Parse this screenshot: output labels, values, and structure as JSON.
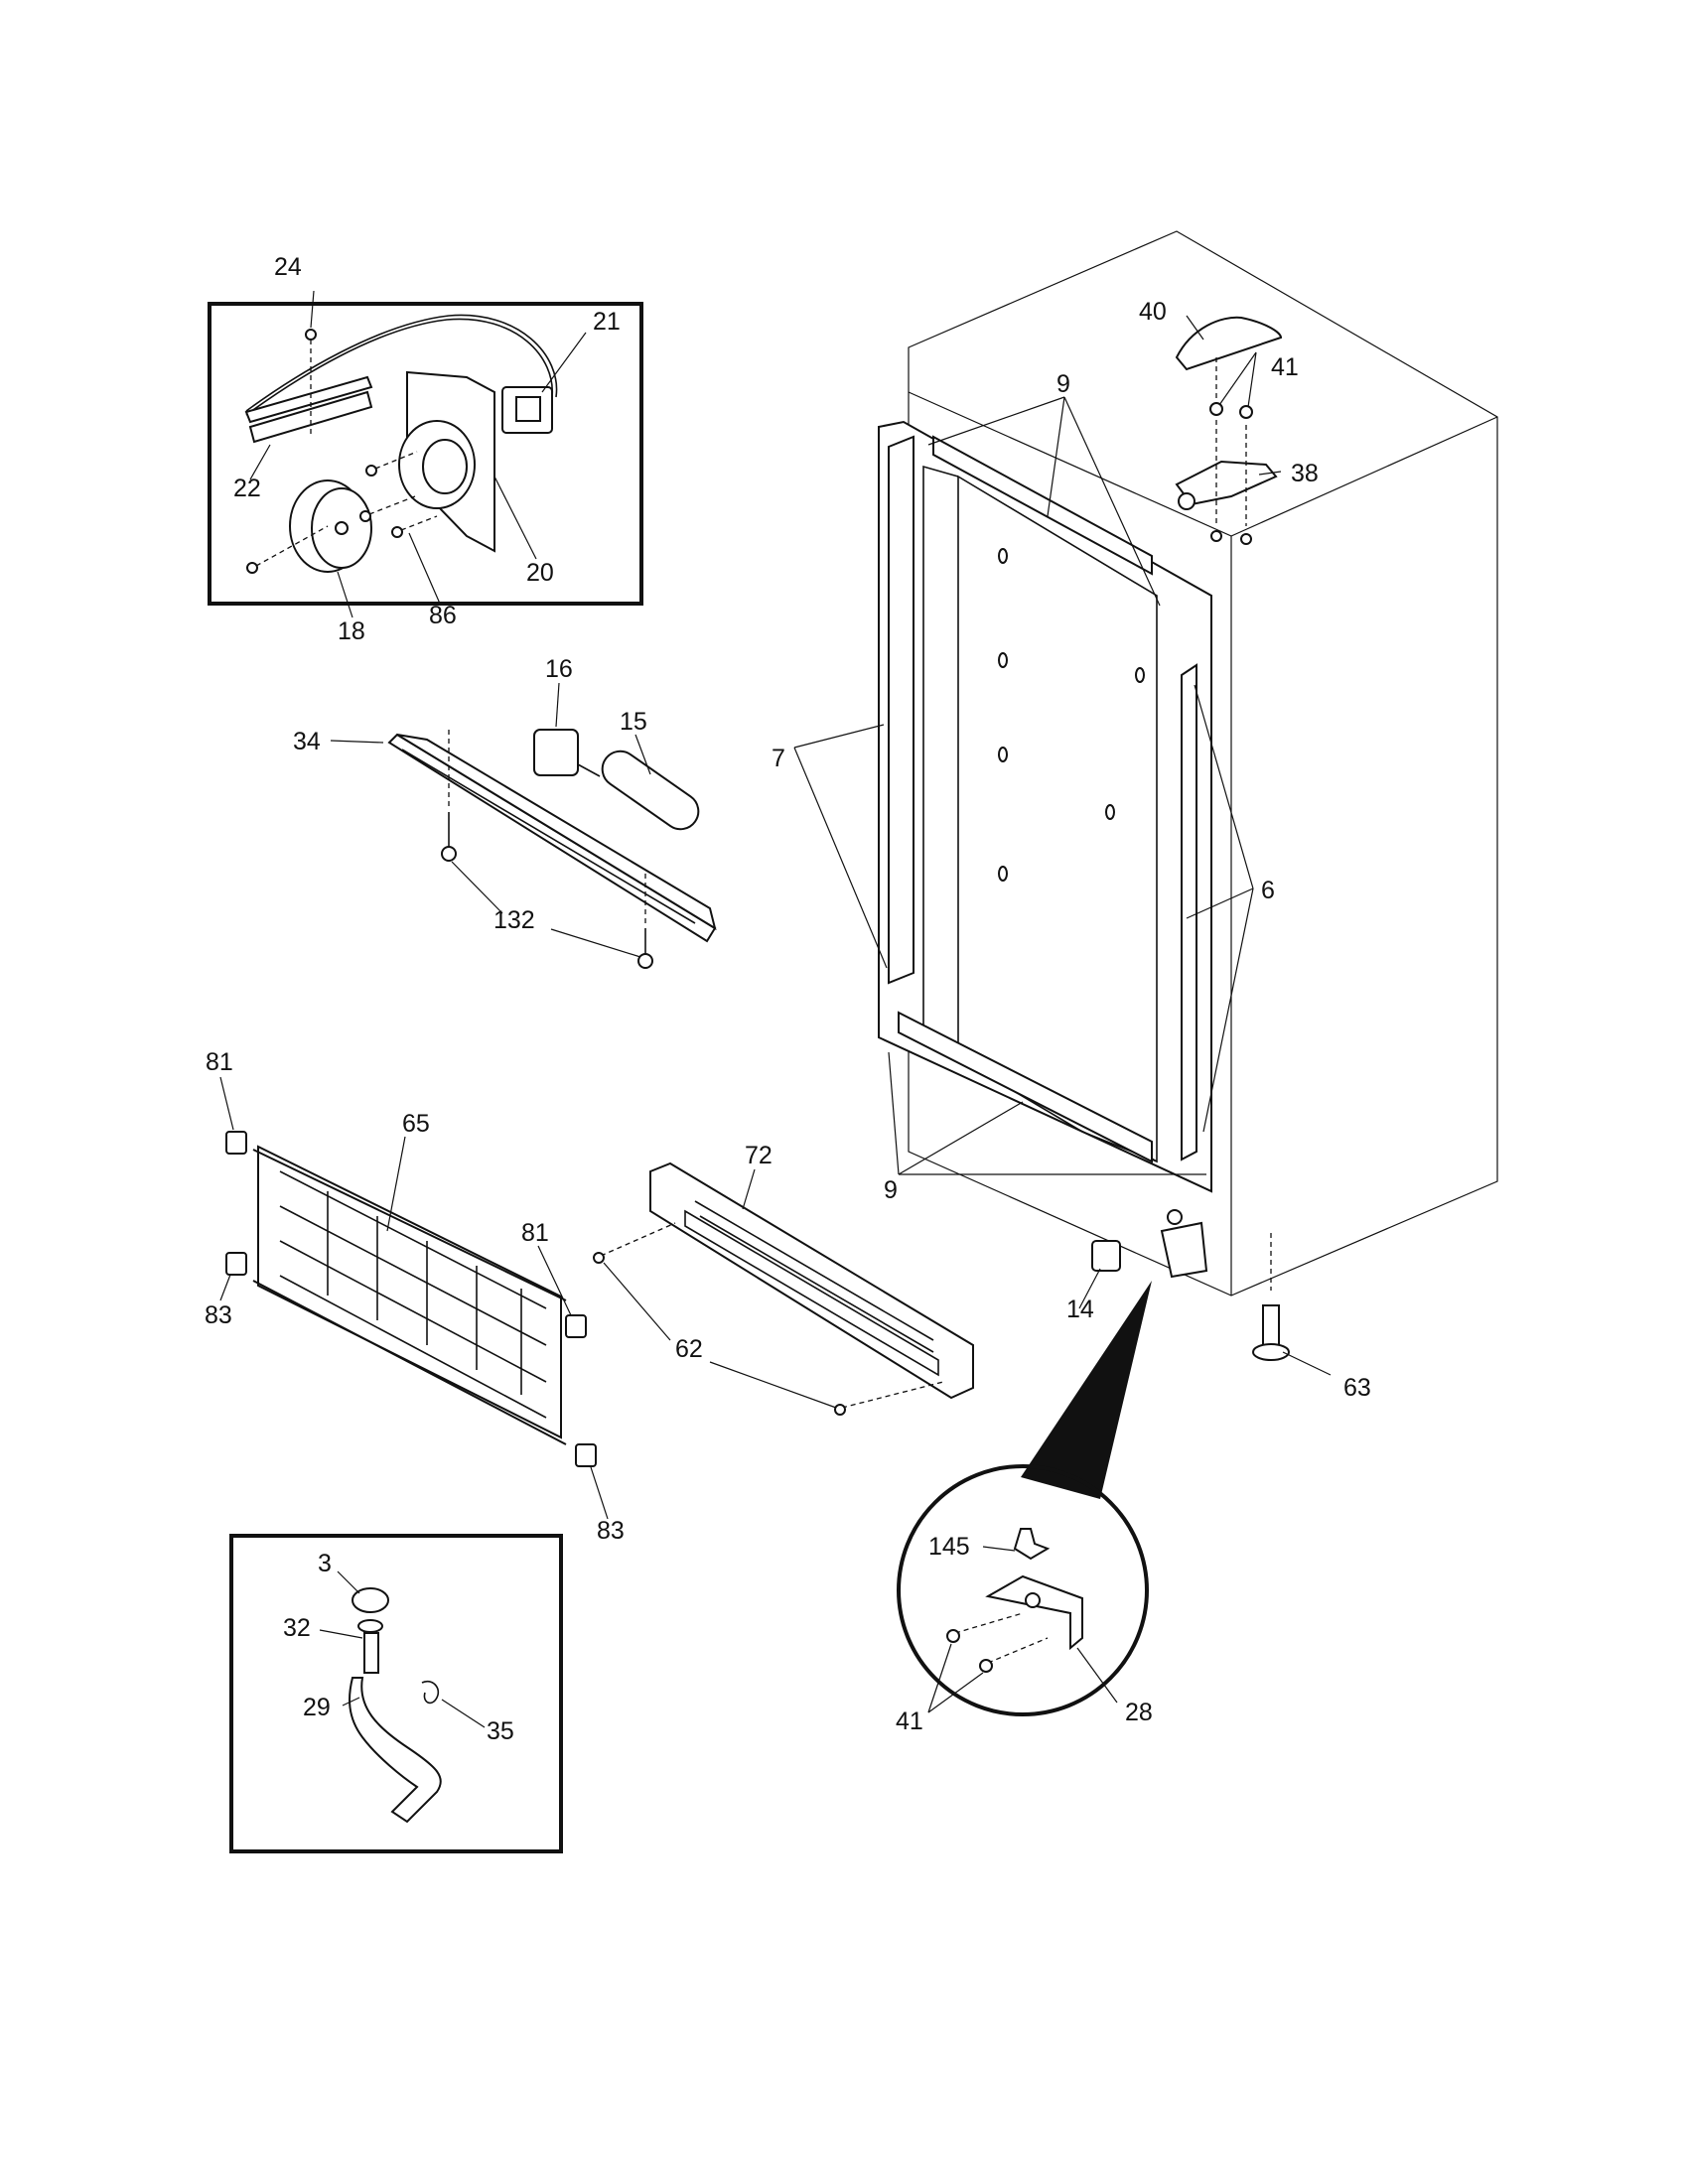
{
  "diagram": {
    "type": "exploded parts diagram",
    "part_labels": {
      "p3": "3",
      "p6": "6",
      "p7": "7",
      "p9a": "9",
      "p9b": "9",
      "p14": "14",
      "p15": "15",
      "p16": "16",
      "p18": "18",
      "p20": "20",
      "p21": "21",
      "p22": "22",
      "p24": "24",
      "p28": "28",
      "p29": "29",
      "p32": "32",
      "p34": "34",
      "p35": "35",
      "p38": "38",
      "p40": "40",
      "p41a": "41",
      "p41b": "41",
      "p62": "62",
      "p63": "63",
      "p65": "65",
      "p72": "72",
      "p81a": "81",
      "p81b": "81",
      "p83a": "83",
      "p83b": "83",
      "p86": "86",
      "p132": "132",
      "p145": "145"
    }
  }
}
